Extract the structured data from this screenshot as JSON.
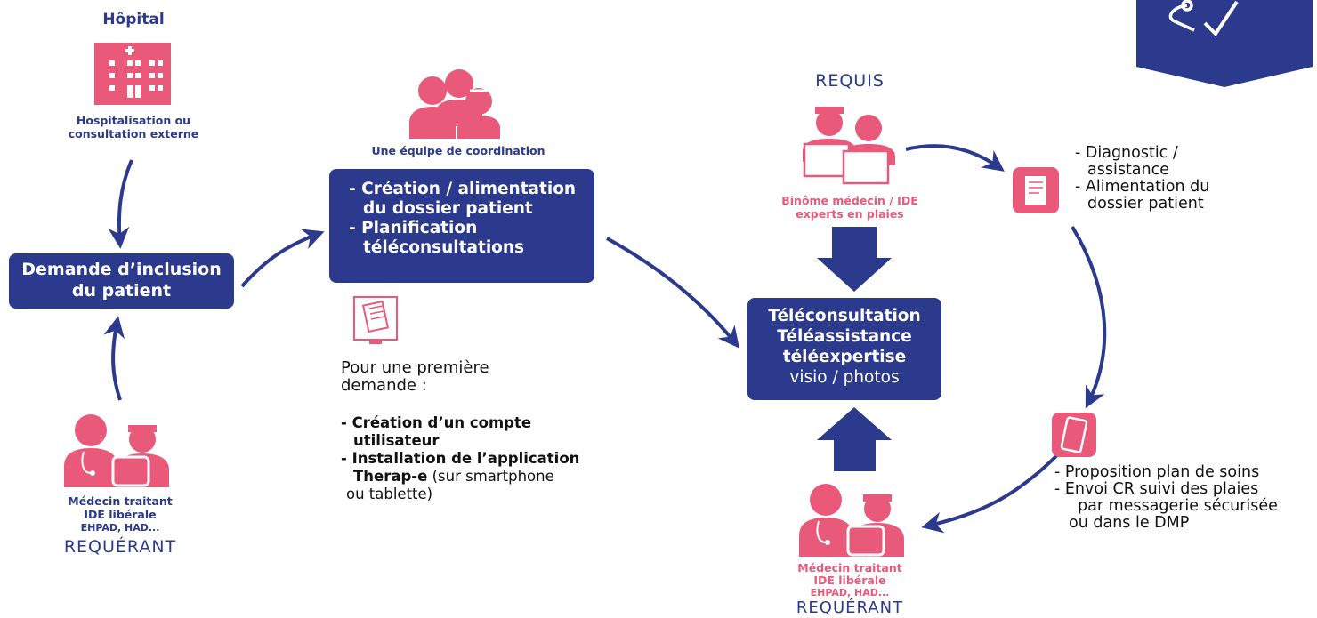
{
  "colors": {
    "navy": "#2b3a8c",
    "pink": "#e95a7a"
  },
  "hospital": {
    "title": "Hôpital",
    "subtitle_line1": "Hospitalisation ou",
    "subtitle_line2": "consultation externe"
  },
  "inclusion_box": {
    "line1": "Demande d’inclusion",
    "line2": "du patient"
  },
  "requerant_left": {
    "line1": "Médecin traitant",
    "line2": "IDE libérale",
    "line3": "EHPAD, HAD...",
    "role": "REQUÉRANT"
  },
  "coordination": {
    "team_label": "Une équipe de coordination",
    "box_line1": "- Création / alimentation",
    "box_line2": "du dossier patient",
    "box_line3": "- Planification",
    "box_line4": "téléconsultations"
  },
  "first_request": {
    "intro_line1": "Pour une première",
    "intro_line2": "demande :",
    "item1_line1": "- Création d’un compte",
    "item1_line2": "utilisateur",
    "item2_line1": "- Installation de l’application",
    "item2_bold": "Therap-e",
    "item2_rest": " (sur smartphone",
    "item2_line3": "ou tablette)"
  },
  "requis": {
    "role": "REQUIS",
    "line1": "Binôme médecin / IDE",
    "line2": "experts en plaies"
  },
  "center_box": {
    "line1": "Téléconsultation",
    "line2": "Téléassistance",
    "line3": "téléexpertise",
    "line4": "visio / photos"
  },
  "requerant_bottom": {
    "line1": "Médecin traitant",
    "line2": "IDE libérale",
    "line3": "EHPAD, HAD...",
    "role": "REQUÉRANT"
  },
  "diagnostic": {
    "line1": "- Diagnostic /",
    "line2": "assistance",
    "line3": "- Alimentation du",
    "line4": "dossier patient"
  },
  "proposition": {
    "line1": "- Proposition plan de soins",
    "line2": "- Envoi CR suivi des plaies",
    "line3": "par messagerie sécurisée",
    "line4": "ou dans le DMP"
  },
  "icons": [
    "hospital-icon",
    "coordination-team-icon",
    "notepad-monitor-icon",
    "doctors-monitors-icon",
    "notepad-icon",
    "smartphone-icon",
    "doctor-nurse-tablet-icon",
    "badge-logo-icon"
  ]
}
